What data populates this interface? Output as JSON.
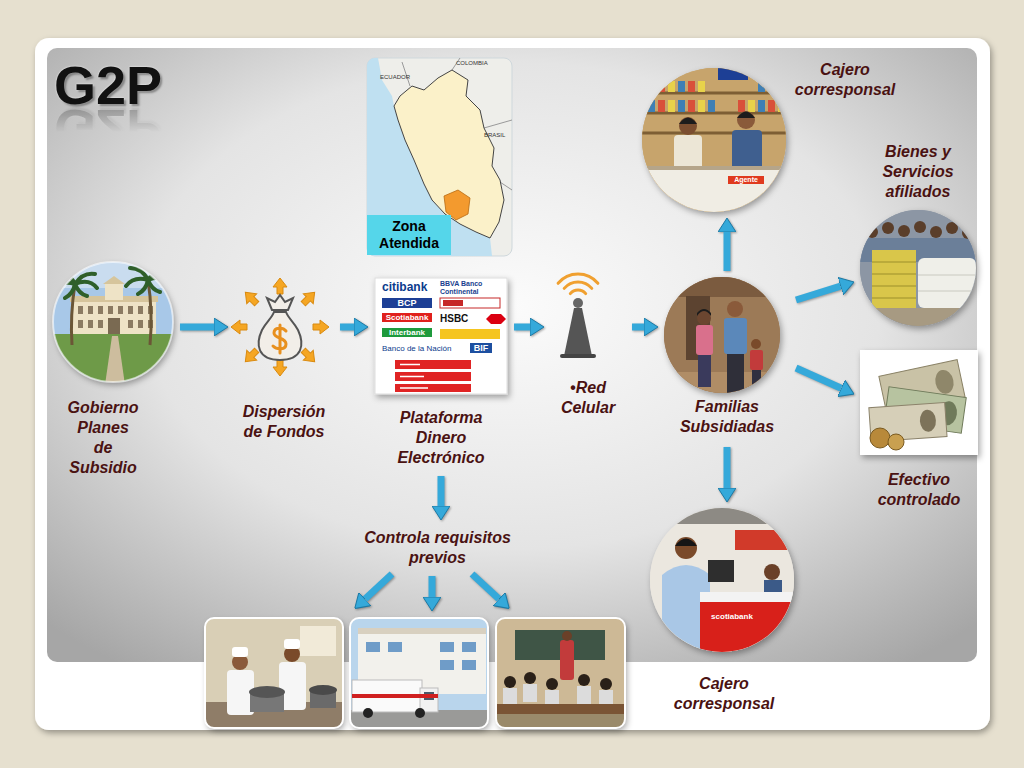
{
  "diagram": {
    "title": "G2P",
    "nodes": [
      {
        "text": [
          "Gobierno Planes de Subsidio"
        ]
      },
      {
        "text": [
          "Dispersión de Fondos"
        ]
      },
      {
        "text": [
          "Zona Atendida"
        ]
      },
      {
        "text": [
          "Plataforma Dinero Electrónico"
        ]
      },
      {
        "text": [
          "•Red Celular"
        ]
      },
      {
        "text": [
          "Familias Subsidiadas"
        ]
      },
      {
        "text": [
          "Cajero corresponsal"
        ]
      },
      {
        "text": [
          "Bienes y Servicios afiliados"
        ]
      },
      {
        "text": [
          "Efectivo controlado"
        ]
      },
      {
        "text": [
          "Cajero corresponsal"
        ]
      },
      {
        "text": [
          "Controla requisitos previos"
        ]
      }
    ],
    "edges": [
      {
        "from": 0,
        "to": 1,
        "arrow": "to"
      },
      {
        "from": 1,
        "to": 3,
        "arrow": "to"
      },
      {
        "from": 3,
        "to": 4,
        "arrow": "to"
      },
      {
        "from": 4,
        "to": 5,
        "arrow": "to"
      },
      {
        "from": 5,
        "to": 6,
        "arrow": "to"
      },
      {
        "from": 5,
        "to": 7,
        "arrow": "to"
      },
      {
        "from": 5,
        "to": 8,
        "arrow": "to"
      },
      {
        "from": 5,
        "to": 9,
        "arrow": "to"
      },
      {
        "from": 3,
        "to": 10,
        "arrow": "to"
      }
    ],
    "labels": [
      "citibank",
      "BBVA Banco Continental",
      "BCP",
      "Scotiabank",
      "HSBC",
      "Interbank",
      "Banco de la Nación",
      "BIF",
      "COLOMBIA",
      "ECUADOR",
      "BRASIL",
      "Agente",
      "scotiabank"
    ]
  }
}
